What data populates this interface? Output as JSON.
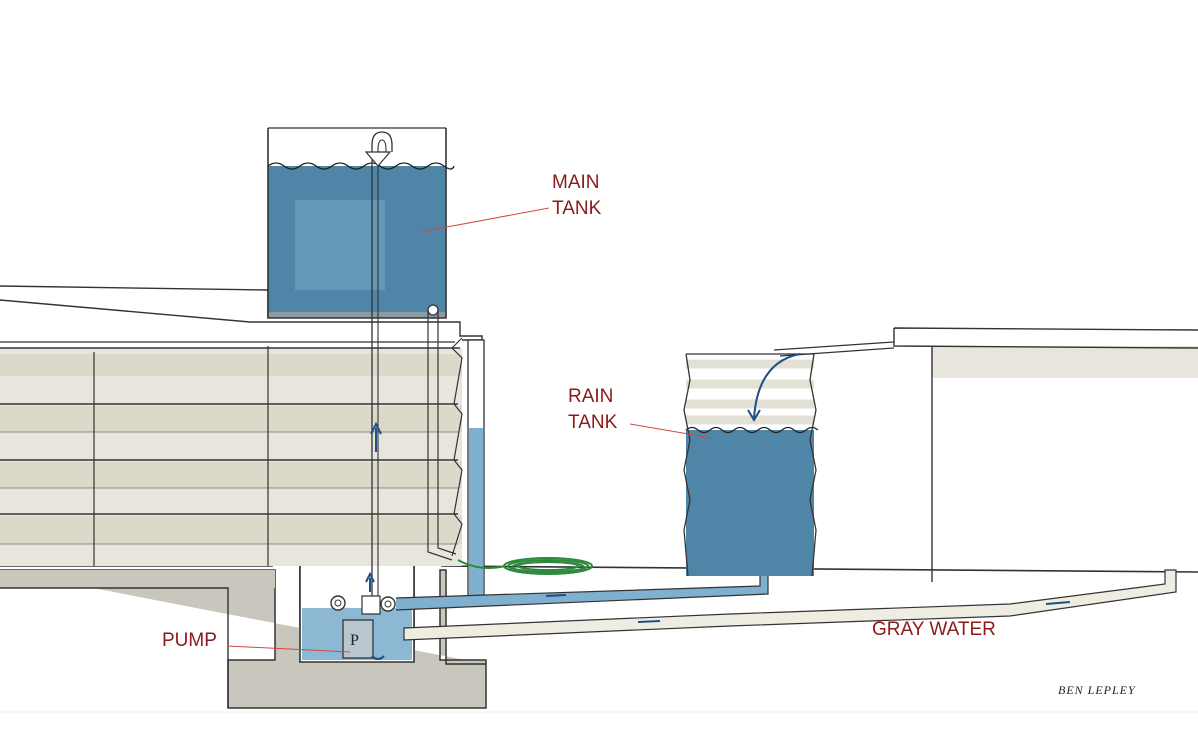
{
  "labels": {
    "main_tank": [
      "MAIN",
      "TANK"
    ],
    "rain_tank": [
      "RAIN",
      "TANK"
    ],
    "pump": "PUMP",
    "gray_water": "GRAY WATER",
    "pump_letter": "P"
  },
  "signature": "BEN LEPLEY",
  "colors": {
    "water": "#4f86a8",
    "water_light": "#7fb0cf",
    "label": "#8b1a1a",
    "concrete": "#c9c7bd",
    "siding": "#e3e1d6",
    "hose": "#2d8a3c",
    "flow_arrow": "#1f4f86",
    "leader": "#d04848"
  }
}
